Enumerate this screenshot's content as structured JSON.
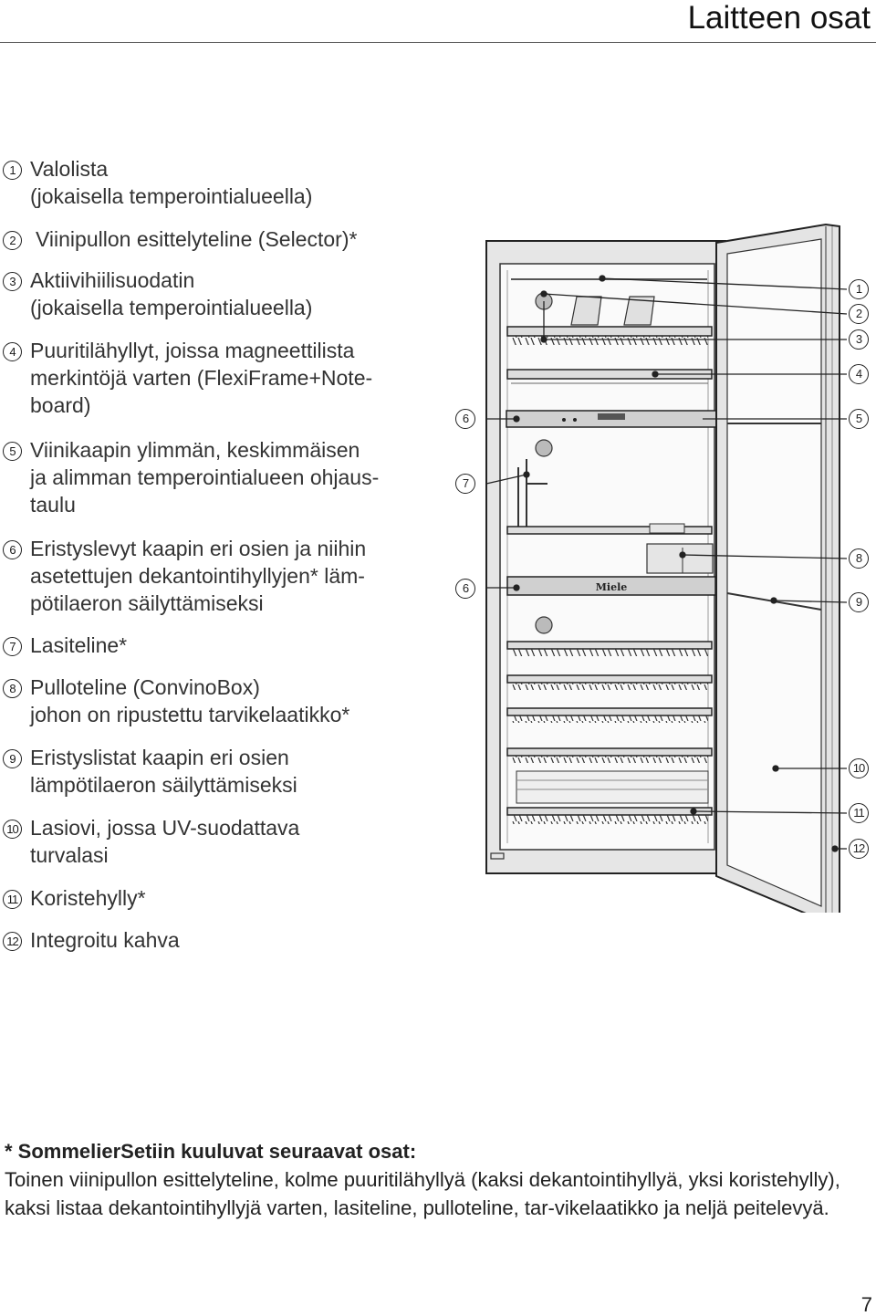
{
  "header": {
    "title": "Laitteen osat"
  },
  "parts": [
    {
      "num": "1",
      "text": "Valolista\n(jokaisella temperointialueella)"
    },
    {
      "num": "2",
      "text": "Viinipullon esittelyteline (Selector)*"
    },
    {
      "num": "3",
      "text": "Aktiivihiilisuodatin\n(jokaisella temperointialueella)"
    },
    {
      "num": "4",
      "text": "Puuritilähyllyt, joissa magneettilista\nmerkintöjä varten (FlexiFrame+Note-\nboard)"
    },
    {
      "num": "5",
      "text": "Viinikaapin ylimmän, keskimmäisen\nja alimman temperointialueen ohjaus-\ntaulu"
    },
    {
      "num": "6",
      "text": "Eristyslevyt kaapin eri osien ja niihin\nasetettujen dekantointihyllyjen* läm-\npötilaeron säilyttämiseksi"
    },
    {
      "num": "7",
      "text": "Lasiteline*"
    },
    {
      "num": "8",
      "text": "Pulloteline (ConvinoBox)\njohon on ripustettu tarvikelaatikko*"
    },
    {
      "num": "9",
      "text": "Eristyslistat kaapin eri osien\nlämpötilaeron säilyttämiseksi"
    },
    {
      "num": "10",
      "text": "Lasiovi, jossa UV-suodattava\nturvalasi"
    },
    {
      "num": "11",
      "text": "Koristehylly*"
    },
    {
      "num": "12",
      "text": "Integroitu kahva"
    }
  ],
  "diagram": {
    "brand": "Miele",
    "callouts": [
      "1",
      "2",
      "3",
      "4",
      "5",
      "6",
      "7",
      "6",
      "8",
      "9",
      "10",
      "11",
      "12"
    ]
  },
  "footnote": {
    "title": "* SommelierSetiin kuuluvat seuraavat osat:",
    "text": "Toinen viinipullon esittelyteline, kolme puuritilähyllyä (kaksi dekantointihyllyä, yksi koristehylly), kaksi listaa dekantointihyllyjä varten, lasiteline, pulloteline, tar-vikelaatikko ja neljä peitelevyä."
  },
  "page_number": "7"
}
